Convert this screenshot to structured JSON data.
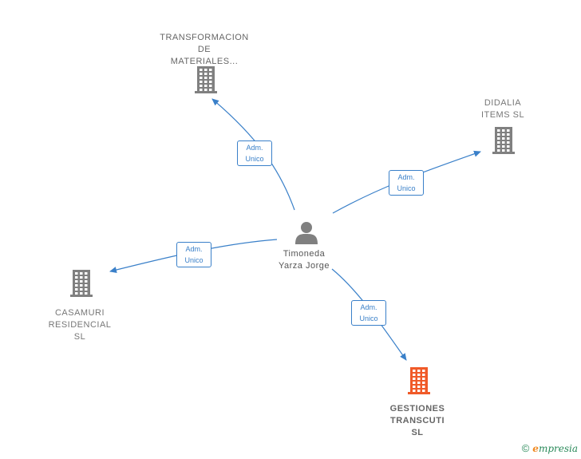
{
  "center": {
    "name": "Timoneda\nYarza Jorge"
  },
  "companies": [
    {
      "id": "transformacion",
      "name": "TRANSFORMACION\nDE\nMATERIALES...",
      "color": "#808080"
    },
    {
      "id": "didalia",
      "name": "DIDALIA\nITEMS  SL",
      "color": "#808080"
    },
    {
      "id": "casamuri",
      "name": "CASAMURI\nRESIDENCIAL\nSL",
      "color": "#808080"
    },
    {
      "id": "gestiones",
      "name": "GESTIONES\nTRANSCUTI\nSL",
      "color": "#f05a28"
    }
  ],
  "relations": [
    {
      "to": "transformacion",
      "label": "Adm.\nUnico"
    },
    {
      "to": "didalia",
      "label": "Adm.\nUnico"
    },
    {
      "to": "casamuri",
      "label": "Adm.\nUnico"
    },
    {
      "to": "gestiones",
      "label": "Adm.\nUnico"
    }
  ],
  "colors": {
    "edge": "#3a80c9",
    "person_icon": "#808080"
  },
  "watermark": {
    "copyright": "©",
    "brand_initial": "e",
    "brand_rest": "mpresia"
  }
}
